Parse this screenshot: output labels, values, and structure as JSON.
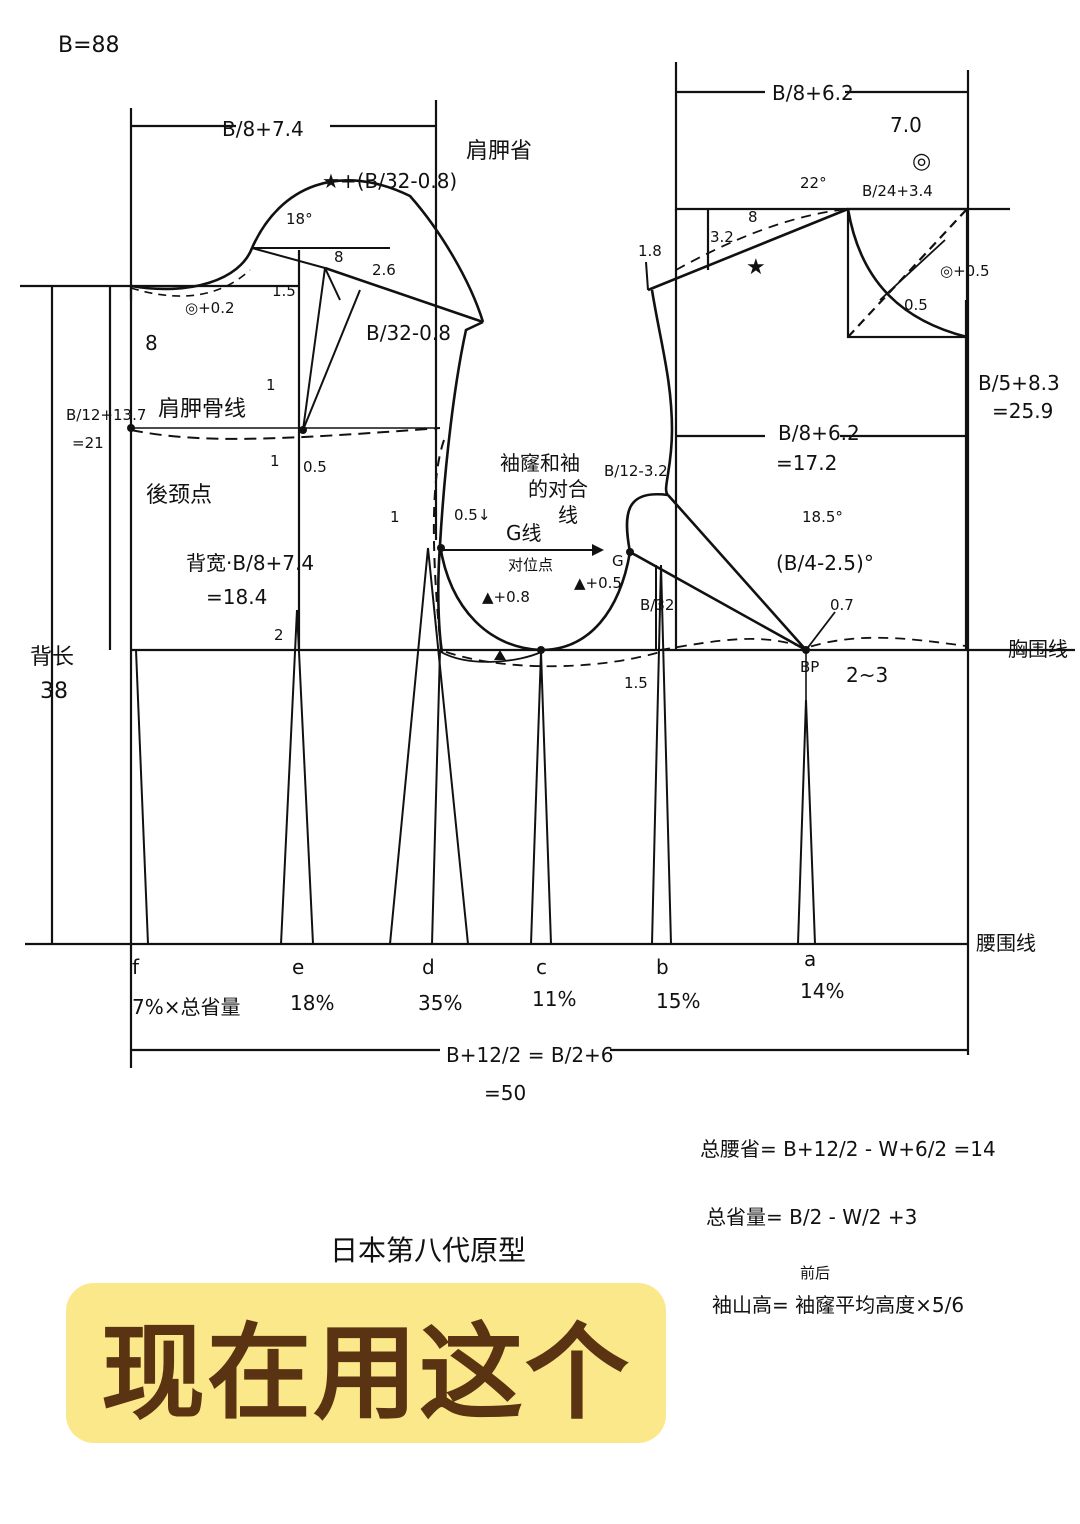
{
  "header": {
    "b_value": "B=88"
  },
  "back_piece": {
    "top_width": "B/8+7.4",
    "shoulder_dart": "肩胛省",
    "shoulder_formula": "★+(B/32-0.8)",
    "angle_18": "18°",
    "dim_8": "8",
    "dim_2_6": "2.6",
    "dim_1_5": "1.5",
    "dart_b32": "B/32-0.8",
    "neck_mark": "◎+0.2",
    "neck_8": "8",
    "back_depth": "B/12+13.7",
    "back_depth_val": "=21",
    "shoulder_blade_line": "肩胛骨线",
    "neck_point": "後颈点",
    "dim_0_5": "0.5",
    "back_width": "背宽·B/8+7.4",
    "back_width_val": "=18.4",
    "dim_2": "2",
    "back_length": "背长",
    "back_length_val": "38",
    "dim_1": "1",
    "dim_1b": "1"
  },
  "armhole": {
    "note_line1": "袖窿和袖",
    "note_line2": "的对合",
    "note_line3": "线",
    "g_line": "G线",
    "match_point": "对位点",
    "dim_0_5_arrow": "0.5↓",
    "dim_1": "1",
    "tri_0_8": "▲+0.8",
    "tri_0_5": "▲+0.5",
    "b12_3_2": "B/12-3.2",
    "g_point": "G",
    "b32": "B/32",
    "dim_1_5": "1.5"
  },
  "front_piece": {
    "top_width": "B/8+6.2",
    "dim_7_0": "7.0",
    "angle_22": "22°",
    "neck_b24": "B/24+3.4",
    "neck_symbol": "◎",
    "dim_8": "8",
    "dim_3_2": "3.2",
    "dim_1_8": "1.8",
    "star": "★",
    "circle_0_5": "◎+0.5",
    "dim_0_5": "0.5",
    "front_depth": "B/5+8.3",
    "front_depth_val": "=25.9",
    "chest_width": "B/8+6.2",
    "chest_width_val": "=17.2",
    "angle_18_5": "18.5°",
    "bust_angle": "(B/4-2.5)°",
    "dim_0_7": "0.7",
    "bp": "BP",
    "bp_range": "2~3",
    "chest_line": "胸围线",
    "waist_line": "腰围线"
  },
  "darts": [
    {
      "letter": "f",
      "pct": "7%×总省量"
    },
    {
      "letter": "e",
      "pct": "18%"
    },
    {
      "letter": "d",
      "pct": "35%"
    },
    {
      "letter": "c",
      "pct": "11%"
    },
    {
      "letter": "b",
      "pct": "15%"
    },
    {
      "letter": "a",
      "pct": "14%"
    }
  ],
  "bottom": {
    "total_width": "B+12/2 = B/2+6",
    "total_width_val": "=50"
  },
  "formulas": {
    "waist_dart": "总腰省= B+12/2 - W+6/2 =14",
    "total_dart": "总省量= B/2 - W/2 +3",
    "sleeve_cap_prefix": "前后",
    "sleeve_cap": "袖山高= 袖窿平均高度×5/6"
  },
  "title": "日本第八代原型",
  "banner": "现在用这个"
}
